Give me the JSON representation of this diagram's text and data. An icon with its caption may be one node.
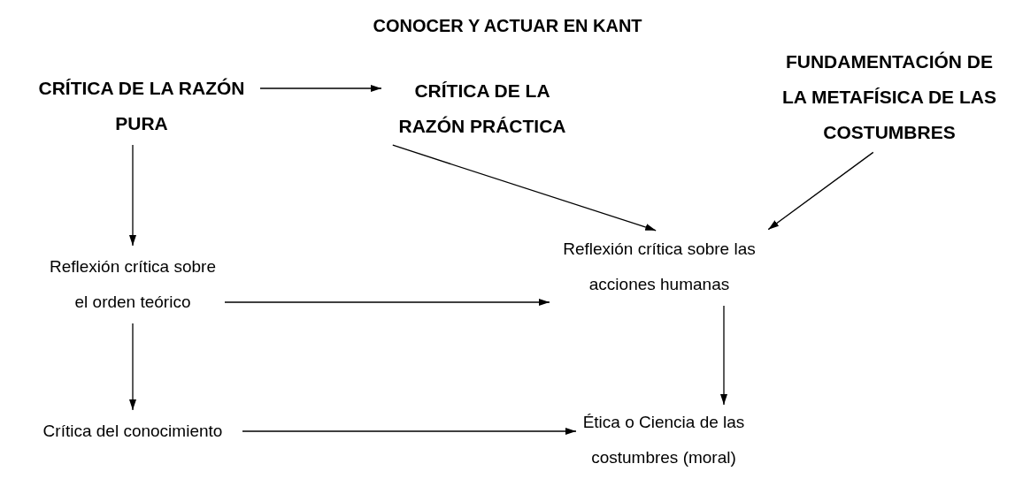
{
  "diagram": {
    "title": "CONOCER Y ACTUAR EN KANT",
    "nodes": [
      {
        "text": [
          "CRÍTICA DE LA RAZÓN PURA"
        ]
      },
      {
        "text": [
          "CRÍTICA DE LA RAZÓN PRÁCTICA"
        ]
      },
      {
        "text": [
          "FUNDAMENTACIÓN DE LA METAFÍSICA DE LAS COSTUMBRES"
        ]
      },
      {
        "text": [
          "Reflexión crítica sobre el orden teórico"
        ]
      },
      {
        "text": [
          "Reflexión crítica sobre las acciones humanas"
        ]
      },
      {
        "text": [
          "Crítica del conocimiento"
        ]
      },
      {
        "text": [
          "Ética o Ciencia de las costumbres (moral)"
        ]
      }
    ],
    "edges": [
      {
        "from": 0,
        "to": 1,
        "arrow": "to"
      },
      {
        "from": 0,
        "to": 3,
        "arrow": "to"
      },
      {
        "from": 1,
        "to": 4,
        "arrow": "to"
      },
      {
        "from": 2,
        "to": 4,
        "arrow": "to"
      },
      {
        "from": 3,
        "to": 4,
        "arrow": "to"
      },
      {
        "from": 3,
        "to": 5,
        "arrow": "to"
      },
      {
        "from": 4,
        "to": 6,
        "arrow": "to"
      },
      {
        "from": 5,
        "to": 6,
        "arrow": "to"
      }
    ]
  }
}
